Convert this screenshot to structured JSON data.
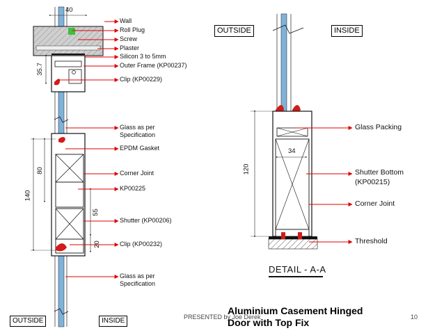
{
  "left_detail": {
    "dimensions": {
      "top_width": "40",
      "outer_frame": "35.7",
      "d80": "80",
      "d140": "140",
      "d55": "55",
      "d20": "20"
    },
    "labels": [
      "Wall",
      "Roll Plug",
      "Screw",
      "Plaster",
      "Silicon 3 to 5mm",
      "Outer Frame (KP00237)",
      "Clip (KP00229)",
      "Glass as per",
      "Specification",
      "EPDM Gasket",
      "Corner Joint",
      "KP00225",
      "Shutter (KP00206)",
      "Clip (KP00232)",
      "Glass as per",
      "Specification"
    ],
    "outside_label": "OUTSIDE",
    "inside_label": "INSIDE"
  },
  "right_detail": {
    "outside_label": "OUTSIDE",
    "inside_label": "INSIDE",
    "dimensions": {
      "width": "34",
      "height": "120"
    },
    "labels": [
      "Glass Packing",
      "Shutter Bottom",
      "(KP00215)",
      "Corner Joint",
      "Threshold"
    ],
    "caption": "DETAIL - A-A"
  },
  "footer": {
    "presenter": "PRESENTED by Joe Derek",
    "title_line1": "Aluminium Casement Hinged",
    "title_line2": "Door with Top Fix",
    "page_number": "10"
  },
  "colors": {
    "glass": "#7fb3d6",
    "gasket": "#d41a1a",
    "arrow": "#e00000",
    "wall_hatch": "#b5b5b5",
    "plug": "#3fbf3f"
  }
}
